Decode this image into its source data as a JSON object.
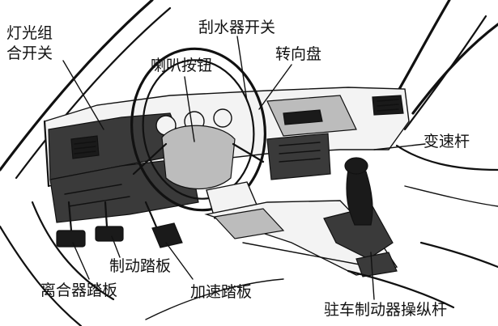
{
  "diagram": {
    "labels": {
      "light_switch_line1": "灯光组",
      "light_switch_line2": "合开关",
      "wiper_switch": "刮水器开关",
      "horn_button": "喇叭按钮",
      "steering_wheel": "转向盘",
      "gear_lever": "变速杆",
      "brake_pedal": "制动踏板",
      "clutch_pedal": "离合器踏板",
      "accelerator_pedal": "加速踏板",
      "parking_brake_lever": "驻车制动器操纵杆"
    }
  }
}
